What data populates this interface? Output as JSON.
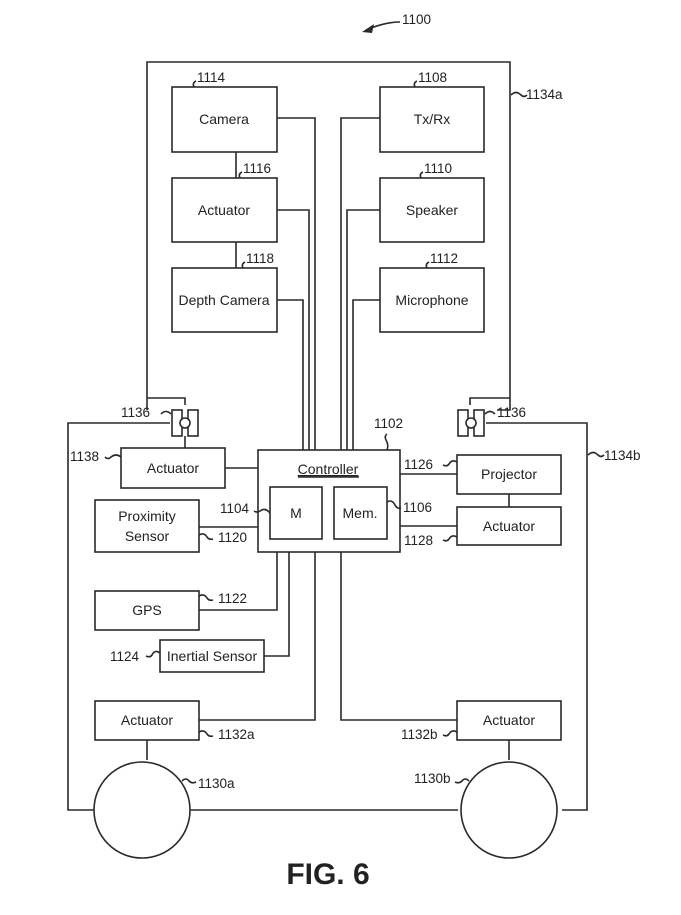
{
  "figure": {
    "title": "FIG. 6",
    "ref": "1100"
  },
  "frames": {
    "upper": "1134a",
    "lower": "1134b"
  },
  "blocks": {
    "camera": {
      "label": "Camera",
      "ref": "1114"
    },
    "actuator_head": {
      "label": "Actuator",
      "ref": "1116"
    },
    "depth_camera": {
      "label": "Depth Camera",
      "ref": "1118"
    },
    "txrx": {
      "label": "Tx/Rx",
      "ref": "1108"
    },
    "speaker": {
      "label": "Speaker",
      "ref": "1110"
    },
    "microphone": {
      "label": "Microphone",
      "ref": "1112"
    },
    "controller": {
      "label": "Controller",
      "ref": "1102"
    },
    "processor": {
      "label": "M",
      "ref": "1104"
    },
    "memory": {
      "label": "Mem.",
      "ref": "1106"
    },
    "actuator_pivot": {
      "label": "Actuator",
      "ref": "1138"
    },
    "proximity_sensor": {
      "label_line1": "Proximity",
      "label_line2": "Sensor",
      "ref": "1120"
    },
    "gps": {
      "label": "GPS",
      "ref": "1122"
    },
    "inertial_sensor": {
      "label": "Inertial Sensor",
      "ref": "1124"
    },
    "projector": {
      "label": "Projector",
      "ref": "1126"
    },
    "actuator_projector": {
      "label": "Actuator",
      "ref": "1128"
    },
    "actuator_wheel_a": {
      "label": "Actuator",
      "ref": "1132a"
    },
    "actuator_wheel_b": {
      "label": "Actuator",
      "ref": "1132b"
    },
    "wheel_a": {
      "ref": "1130a"
    },
    "wheel_b": {
      "ref": "1130b"
    },
    "hinge_left": {
      "ref": "1136"
    },
    "hinge_right": {
      "ref": "1136"
    }
  }
}
